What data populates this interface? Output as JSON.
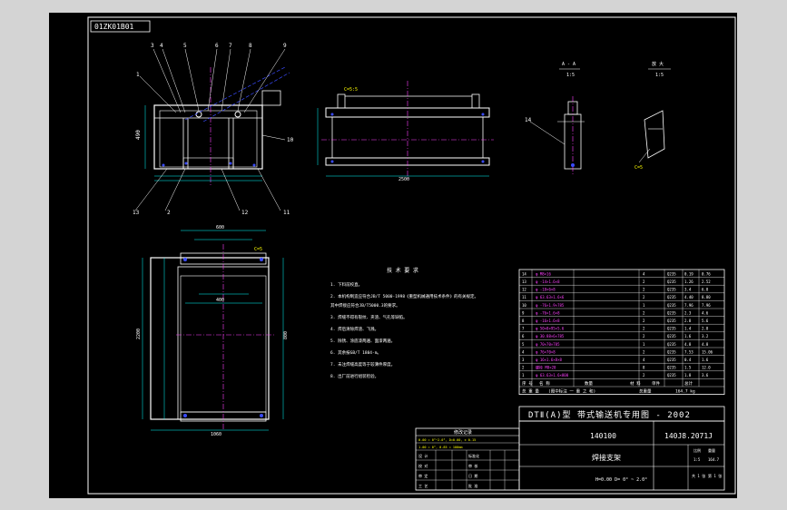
{
  "drawing": {
    "stamp": "01ZK01B01",
    "notes_title": "技 术 要 求",
    "notes": [
      "1. 下料前校直。",
      "2. 本机构制造应符合JB/T 5000-1998《重型机械通用技术条件》的有关规定。",
      "   其中焊接应符合JB/T5000.3的要求。",
      "3. 焊缝不得有裂纹、夹渣、气孔等缺陷。",
      "4. 焊后清除焊渣、飞溅。",
      "5. 除锈、涂底漆两遍、面漆两遍。",
      "6. 其余按GB/T 1804-m。",
      "7. 未注焊缝高度等于较薄件厚度。",
      "8. 出厂前进行组装检验。"
    ],
    "section_labels": {
      "a": "A - A",
      "a_scale": "1:5",
      "b": "放 大",
      "b_scale": "1:5"
    },
    "balloons": [
      "1",
      "2",
      "3",
      "4",
      "5",
      "6",
      "7",
      "8",
      "9",
      "10",
      "11",
      "12",
      "13",
      "14"
    ],
    "dims": {
      "front_h": "490",
      "side_w": "2500",
      "plan_w": "1060",
      "plan_h": "2200",
      "plan_top": "600",
      "plan_inner": "400",
      "span": "800"
    },
    "bom": [
      [
        "14",
        "φ M8×16",
        "4",
        "Q235",
        "0.19",
        "0.76"
      ],
      [
        "13",
        "φ -14×1.6×8",
        "2",
        "Q235",
        "1.26",
        "2.52"
      ],
      [
        "12",
        "φ -18×6×8",
        "2",
        "Q235",
        "3.4",
        "6.8"
      ],
      [
        "11",
        "φ 63.63×1.6×6",
        "2",
        "Q235",
        "4.40",
        "8.80"
      ],
      [
        "10",
        "φ -76×1.9×785",
        "1",
        "Q235",
        "7.96",
        "7.96"
      ],
      [
        "9",
        "φ -76×1.6×8",
        "2",
        "Q235",
        "2.3",
        "4.6"
      ],
      [
        "8",
        "φ -16×1.6×8",
        "2",
        "Q235",
        "2.8",
        "5.6"
      ],
      [
        "7",
        "φ 50×8×95×5.6",
        "2",
        "Q235",
        "1.4",
        "2.8"
      ],
      [
        "6",
        "φ 30.88×6×785",
        "2",
        "Q235",
        "1.6",
        "3.2"
      ],
      [
        "5",
        "φ 70×70×785",
        "1",
        "Q235",
        "4.8",
        "4.8"
      ],
      [
        "4",
        "φ 76×70×8",
        "2",
        "Q235",
        "7.53",
        "15.06"
      ],
      [
        "3",
        "φ 16×1.6×8×8",
        "4",
        "Q235",
        "0.4",
        "1.6"
      ],
      [
        "2",
        "螺栓 M8×20",
        "8",
        "Q235",
        "1.5",
        "12.0"
      ],
      [
        "1",
        "φ 63.63×1.6×800",
        "2",
        "Q235",
        "1.8",
        "3.6"
      ]
    ],
    "bom_headers": [
      "序 号",
      "名 称",
      "数量",
      "材 料",
      "单件",
      "总计"
    ],
    "bom_footer": [
      "总 重 量",
      "(图中标注 一 重 之 和)",
      "总重量",
      "164.7 kg"
    ],
    "title_banner": "DTⅡ(A)型  带式输送机专用图 - 2002",
    "title_code_left": "140100",
    "title_code_right": "140J8.2071J",
    "title_name": "焊接支架",
    "title_tol": "H=0.00 D= 0° ~ 2.0°",
    "revision_label": "修改记录",
    "sign_rows": [
      [
        "设 计",
        "",
        "",
        "标准化",
        "",
        ""
      ],
      [
        "校 对",
        "",
        "",
        "审 核",
        "",
        ""
      ],
      [
        "审 定",
        "",
        "",
        "日 期",
        "",
        ""
      ],
      [
        "工 艺",
        "",
        "",
        "批 准",
        "",
        ""
      ]
    ],
    "small_right": [
      "比例",
      "重量",
      "1:5",
      "164.7",
      "共 1 张",
      "第 1 张"
    ]
  }
}
